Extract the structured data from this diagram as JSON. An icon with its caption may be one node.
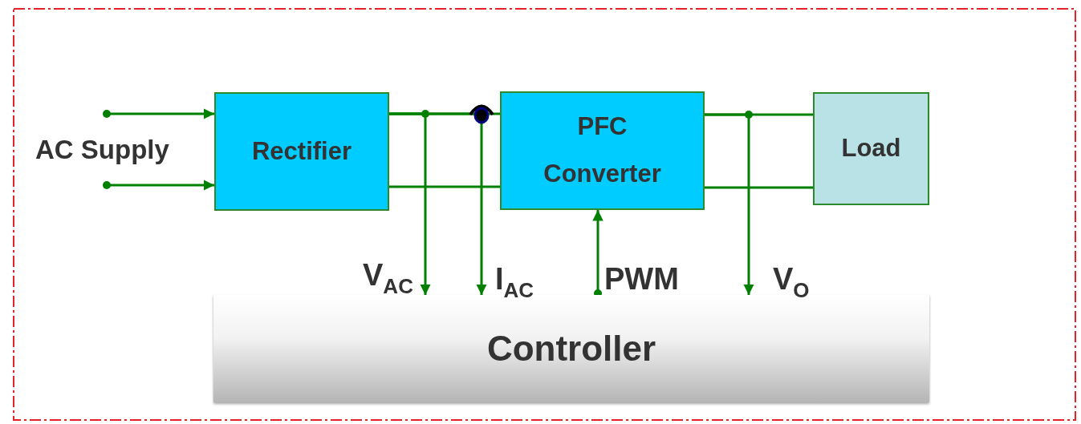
{
  "diagram": {
    "nodes": [
      {
        "text": [
          "Rectifier"
        ]
      },
      {
        "text": [
          "PFC Converter"
        ]
      },
      {
        "text": [
          "Load"
        ]
      },
      {
        "text": [
          "Controller"
        ]
      }
    ],
    "edges": [
      {
        "from": null,
        "to": 0,
        "arrow": "to"
      },
      {
        "from": null,
        "to": 0,
        "arrow": "to"
      },
      {
        "from": 0,
        "to": 1,
        "arrow": "none"
      },
      {
        "from": 0,
        "to": 1,
        "arrow": "none"
      },
      {
        "from": 1,
        "to": 2,
        "arrow": "none"
      },
      {
        "from": 1,
        "to": 2,
        "arrow": "none"
      },
      {
        "from": 0,
        "to": 3,
        "arrow": "to",
        "label": "V$_{AC}$"
      },
      {
        "from": 0,
        "to": 3,
        "arrow": "to",
        "label": "I$_{AC}$"
      },
      {
        "from": 3,
        "to": 1,
        "arrow": "to",
        "label": "PWM"
      },
      {
        "from": 1,
        "to": 3,
        "arrow": "to",
        "label": "V$_{O}$"
      }
    ],
    "labels": [
      "AC Supply"
    ]
  }
}
